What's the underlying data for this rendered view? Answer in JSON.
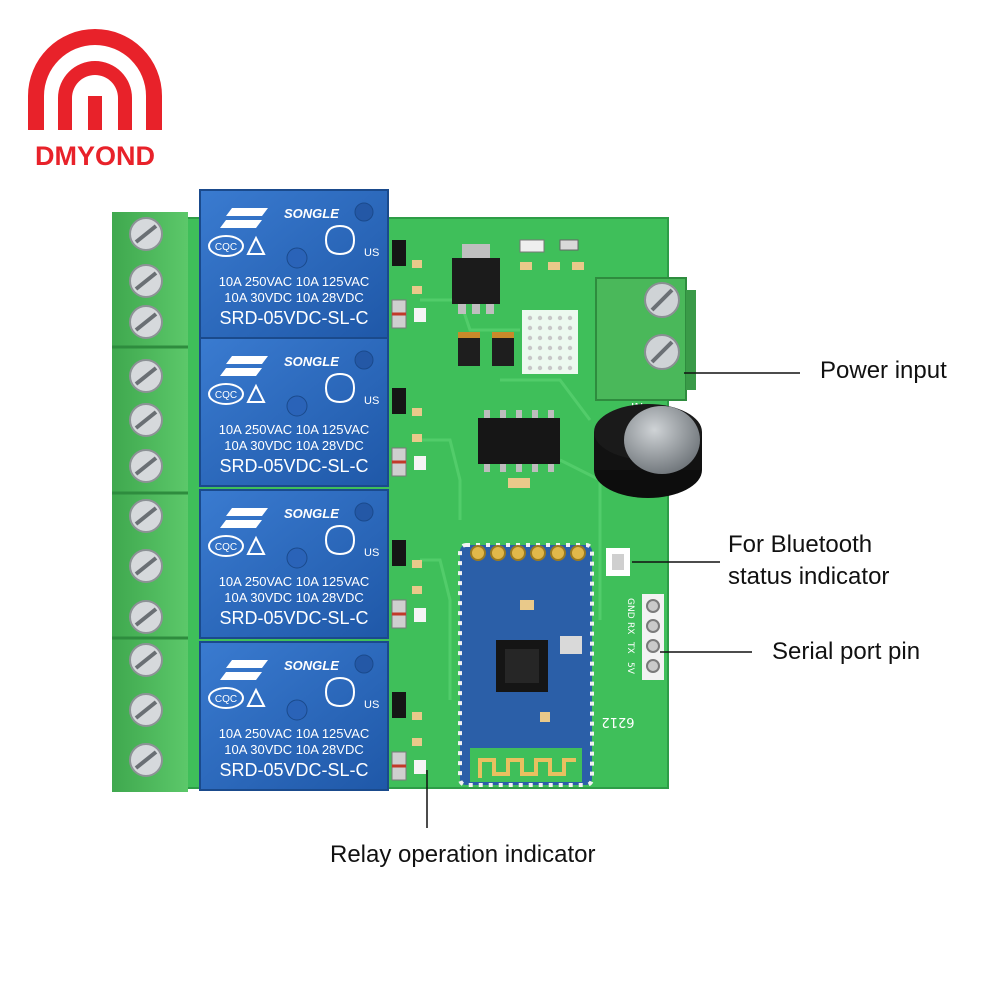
{
  "brand": {
    "name": "DMYOND",
    "color": "#e8222a"
  },
  "colors": {
    "pcb": "#3fbf5a",
    "relay": "#2a63b8",
    "terminal": "#4ab85a",
    "bluetooth_module": "#2b5fa8"
  },
  "relays": [
    {
      "brand": "SONGLE",
      "cert_cqc": "CQC",
      "cert_ul": "US",
      "rating_a": "10A 250VAC  10A 125VAC",
      "rating_b": "10A  30VDC  10A  28VDC",
      "model": "SRD-05VDC-SL-C"
    },
    {
      "brand": "SONGLE",
      "cert_cqc": "CQC",
      "cert_ul": "US",
      "rating_a": "10A 250VAC  10A 125VAC",
      "rating_b": "10A  30VDC  10A  28VDC",
      "model": "SRD-05VDC-SL-C"
    },
    {
      "brand": "SONGLE",
      "cert_cqc": "CQC",
      "cert_ul": "US",
      "rating_a": "10A 250VAC  10A 125VAC",
      "rating_b": "10A  30VDC  10A  28VDC",
      "model": "SRD-05VDC-SL-C"
    },
    {
      "brand": "SONGLE",
      "cert_cqc": "CQC",
      "cert_ul": "US",
      "rating_a": "10A 250VAC  10A 125VAC",
      "rating_b": "10A  30VDC  10A  28VDC",
      "model": "SRD-05VDC-SL-C"
    }
  ],
  "pcb_labels": {
    "serial_pins": [
      "GND",
      "RX",
      "TX",
      "5V"
    ],
    "power_label": "-IN+",
    "module_code": "6212"
  },
  "callouts": {
    "power_input": "Power input",
    "bluetooth_line1": "For Bluetooth",
    "bluetooth_line2": "status indicator",
    "serial_port": "Serial port pin",
    "relay_indicator": "Relay operation indicator"
  }
}
